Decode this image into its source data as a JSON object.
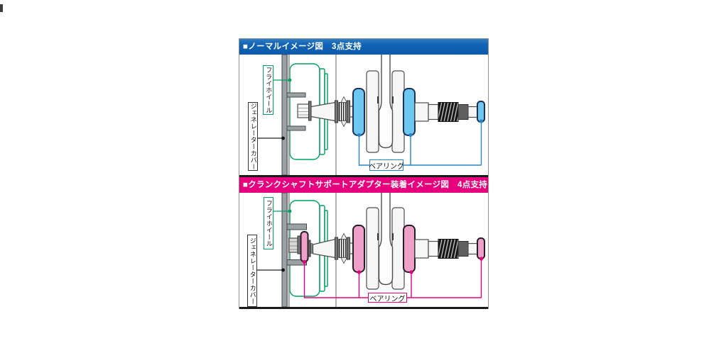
{
  "colors": {
    "panel1_header_bg": "#1164b4",
    "panel2_header_bg": "#e6007e",
    "bearing_blue_fill": "#6cc8f0",
    "bearing_pink_fill": "#f0a0c8",
    "flywheel_green": "#00a060",
    "connector_blue": "#2585c7",
    "connector_pink": "#e6007e"
  },
  "panels": [
    {
      "title": "■ノーマルイメージ図　3点支持",
      "labels": {
        "flywheel": "フライホイール",
        "generator_cover": "ジェネレーターカバー",
        "bearing": "ベアリング"
      }
    },
    {
      "title": "■クランクシャフトサポートアダプター装着イメージ図　4点支持",
      "labels": {
        "flywheel": "フライホイール",
        "generator_cover": "ジェネレーターカバー",
        "bearing": "ベアリング"
      }
    }
  ]
}
